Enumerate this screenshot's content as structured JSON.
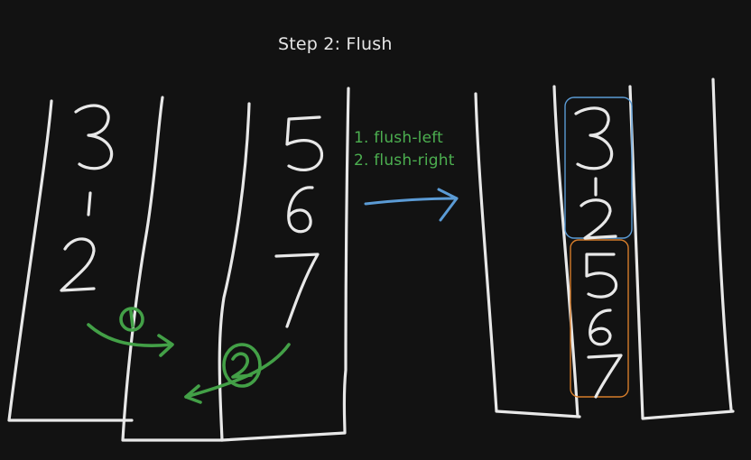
{
  "title": "Step 2: Flush",
  "notes": [
    "1. flush-left",
    "2. flush-right"
  ],
  "before": {
    "left_column_numbers": [
      "3",
      "1",
      "2"
    ],
    "right_column_numbers": [
      "5",
      "6",
      "7"
    ],
    "step_markers": [
      "1",
      "2"
    ]
  },
  "after": {
    "merged_numbers": [
      "3",
      "1",
      "2",
      "5",
      "6",
      "7"
    ]
  },
  "colors": {
    "background": "#121212",
    "ink": "#e8e8e8",
    "annotation": "#43a047",
    "arrow": "#5b9bd5",
    "group_left": "#5b9bd5",
    "group_right": "#d67d2b"
  }
}
